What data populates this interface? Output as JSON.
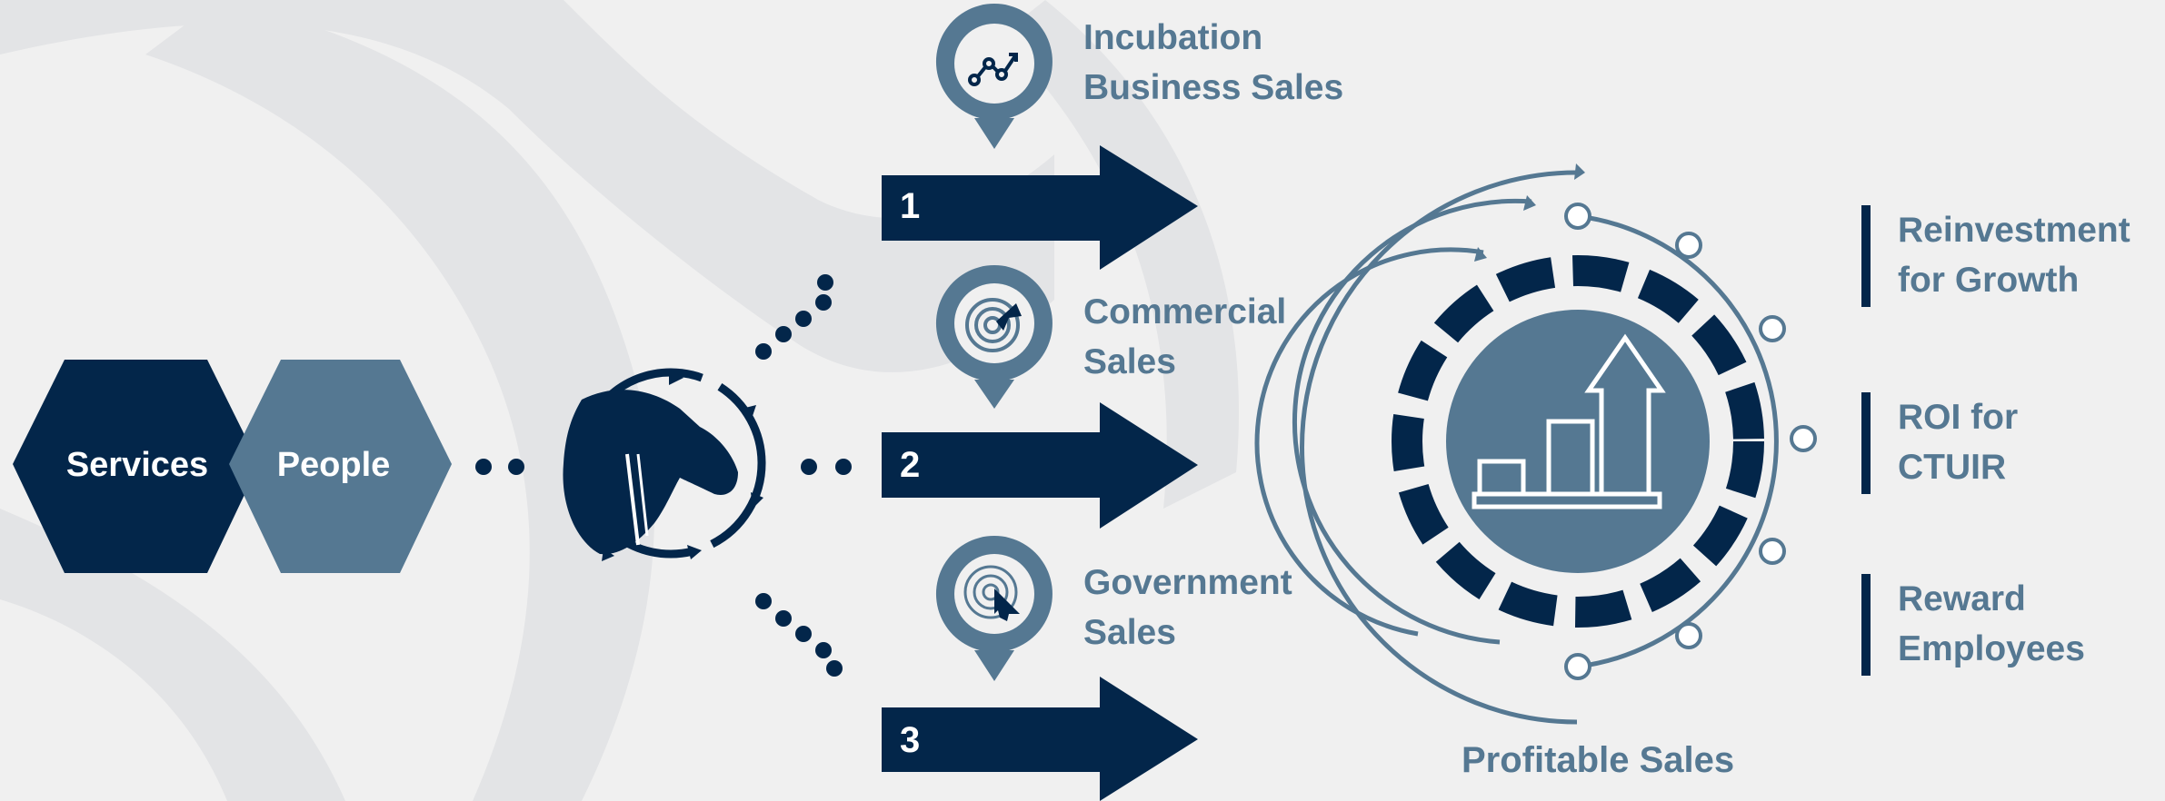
{
  "hexagons": {
    "services": "Services",
    "people": "People"
  },
  "channels": [
    {
      "number": "1",
      "label_line1": "Incubation",
      "label_line2": "Business Sales",
      "icon": "growth-chart-icon"
    },
    {
      "number": "2",
      "label_line1": "Commercial",
      "label_line2": "Sales",
      "icon": "target-icon"
    },
    {
      "number": "3",
      "label_line1": "Government",
      "label_line2": "Sales",
      "icon": "target-cursor-icon"
    }
  ],
  "center": {
    "icon": "bar-chart-up-arrow-icon",
    "caption": "Profitable Sales"
  },
  "outcomes": [
    {
      "line1": "Reinvestment",
      "line2": "for Growth"
    },
    {
      "line1": "ROI for",
      "line2": "CTUIR"
    },
    {
      "line1": "Reward",
      "line2": "Employees"
    }
  ],
  "logo": "horse-head-logo-icon",
  "colors": {
    "navy": "#03264a",
    "steel": "#557892",
    "background": "#f0f0f0"
  }
}
